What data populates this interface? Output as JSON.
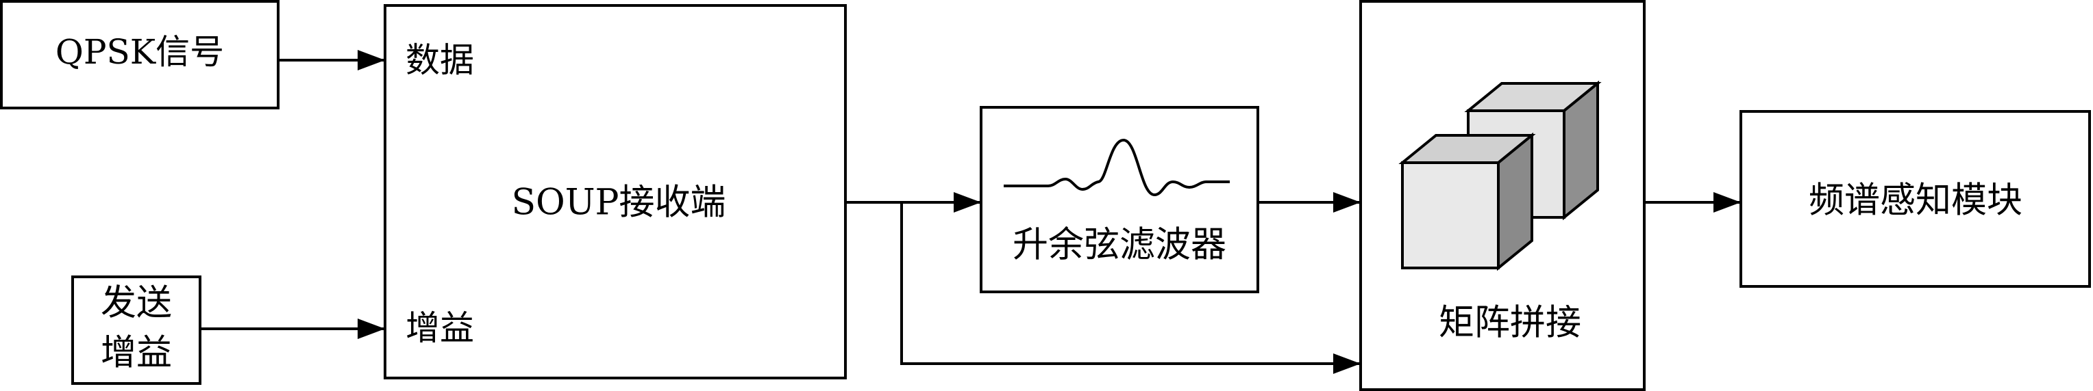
{
  "diagram": {
    "nodes": {
      "qpsk": {
        "label": "QPSK信号"
      },
      "gain": {
        "line1": "发送",
        "line2": "增益"
      },
      "soup": {
        "label": "SOUP接收端",
        "port_data": "数据",
        "port_gain": "增益"
      },
      "filter": {
        "label": "升余弦滤波器"
      },
      "concat": {
        "label": "矩阵拼接"
      },
      "sensing": {
        "label": "频谱感知模块"
      }
    },
    "edges": [
      {
        "from": "qpsk",
        "to": "soup.数据"
      },
      {
        "from": "gain",
        "to": "soup.增益"
      },
      {
        "from": "soup",
        "to": "filter"
      },
      {
        "from": "soup",
        "to": "concat"
      },
      {
        "from": "filter",
        "to": "concat"
      },
      {
        "from": "concat",
        "to": "sensing"
      }
    ]
  }
}
